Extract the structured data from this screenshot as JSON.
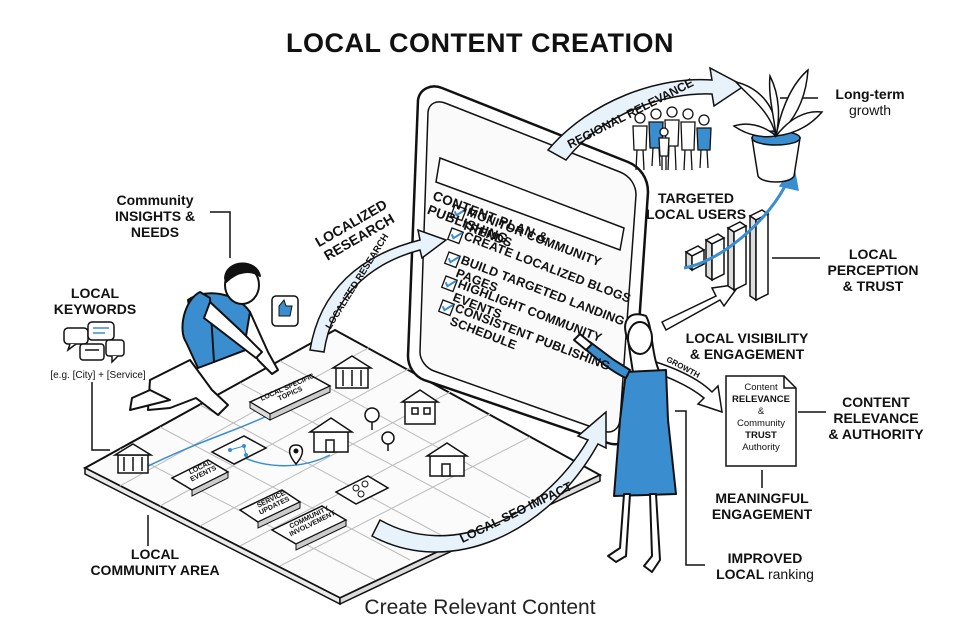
{
  "title": "LOCAL CONTENT CREATION",
  "footer": "Create Relevant Content",
  "labels": {
    "community_insights": [
      "Community",
      "INSIGHTS &",
      "NEEDS"
    ],
    "local_keywords": [
      "LOCAL",
      "KEYWORDS"
    ],
    "keyword_example": "[e.g. [City] + [Service]",
    "local_community_area": [
      "LOCAL",
      "COMMUNITY AREA"
    ],
    "localized_research_1": [
      "LOCALIZED",
      "RESEARCH"
    ],
    "localized_research_2": "LOCALIZED RESEARCH",
    "regional_relevance": "REGIONAL RELEVANCE",
    "targeted_local_users": [
      "TARGETED",
      "LOCAL USERS"
    ],
    "long_term_growth": [
      "Long-term",
      "growth"
    ],
    "local_perception_trust": [
      "LOCAL",
      "PERCEPTION",
      "& TRUST"
    ],
    "local_visibility": [
      "LOCAL VISIBILITY",
      "& ENGAGEMENT"
    ],
    "growth": "GROWTH",
    "content_relevance_authority": [
      "CONTENT",
      "RELEVANCE",
      "& AUTHORITY"
    ],
    "meaningful_engagement": [
      "MEANINGFUL",
      "ENGAGEMENT"
    ],
    "improved_local_ranking_1": "IMPROVED",
    "improved_local_ranking_2a": "LOCAL",
    "improved_local_ranking_2b": "ranking",
    "local_seo_impact": "LOCAL SEO IMPACT"
  },
  "tablet": {
    "heading": "CONTENT PLAN & PUBLISHING",
    "items": [
      "MONITOR COMMUNITY TRENDS",
      "CREATE LOCALIZED BLOGS",
      "BUILD TARGETED LANDING PAGES",
      "HIGHLIGHT COMMUNITY EVENTS",
      "CONSISTENT PUBLISHING SCHEDULE"
    ]
  },
  "map_tiles": {
    "local_specific_topics": [
      "LOCAL SPECIFIC",
      "TOPICS"
    ],
    "local_events": [
      "LOCAL",
      "EVENTS"
    ],
    "service_updates": [
      "SERVICE",
      "UPDATES"
    ],
    "community_involvement": [
      "COMMUNITY",
      "INVOLVEMENT"
    ]
  },
  "document": {
    "lines": [
      "Content",
      "RELEVANCE",
      "&",
      "Community",
      "TRUST",
      "Authority"
    ]
  },
  "colors": {
    "accent": "#3a8ed0",
    "arrow_fill": "#e8f2fa",
    "ink": "#111111"
  }
}
